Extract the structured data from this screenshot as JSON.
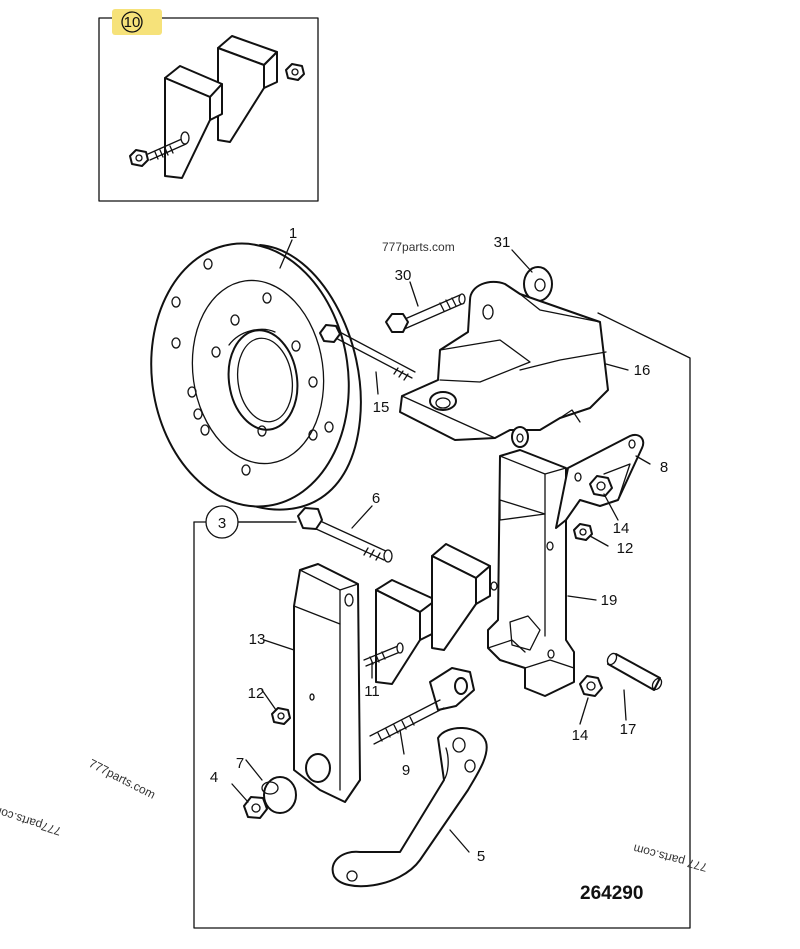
{
  "highlight_color": "#f6e27a",
  "inset_label": "10",
  "drawing_number": "264290",
  "watermarks": {
    "top": "777parts.com",
    "left_rotated": "777parts.com",
    "left_mirrored": "777parts.com",
    "right_mirrored": "777 parts.com"
  },
  "callouts": {
    "c1": "1",
    "c3": "3",
    "c4": "4",
    "c5": "5",
    "c6": "6",
    "c7": "7",
    "c8": "8",
    "c9": "9",
    "c11": "11",
    "c12a": "12",
    "c12b": "12",
    "c13": "13",
    "c14a": "14",
    "c14b": "14",
    "c15": "15",
    "c16": "16",
    "c17": "17",
    "c19": "19",
    "c30": "30",
    "c31": "31"
  }
}
